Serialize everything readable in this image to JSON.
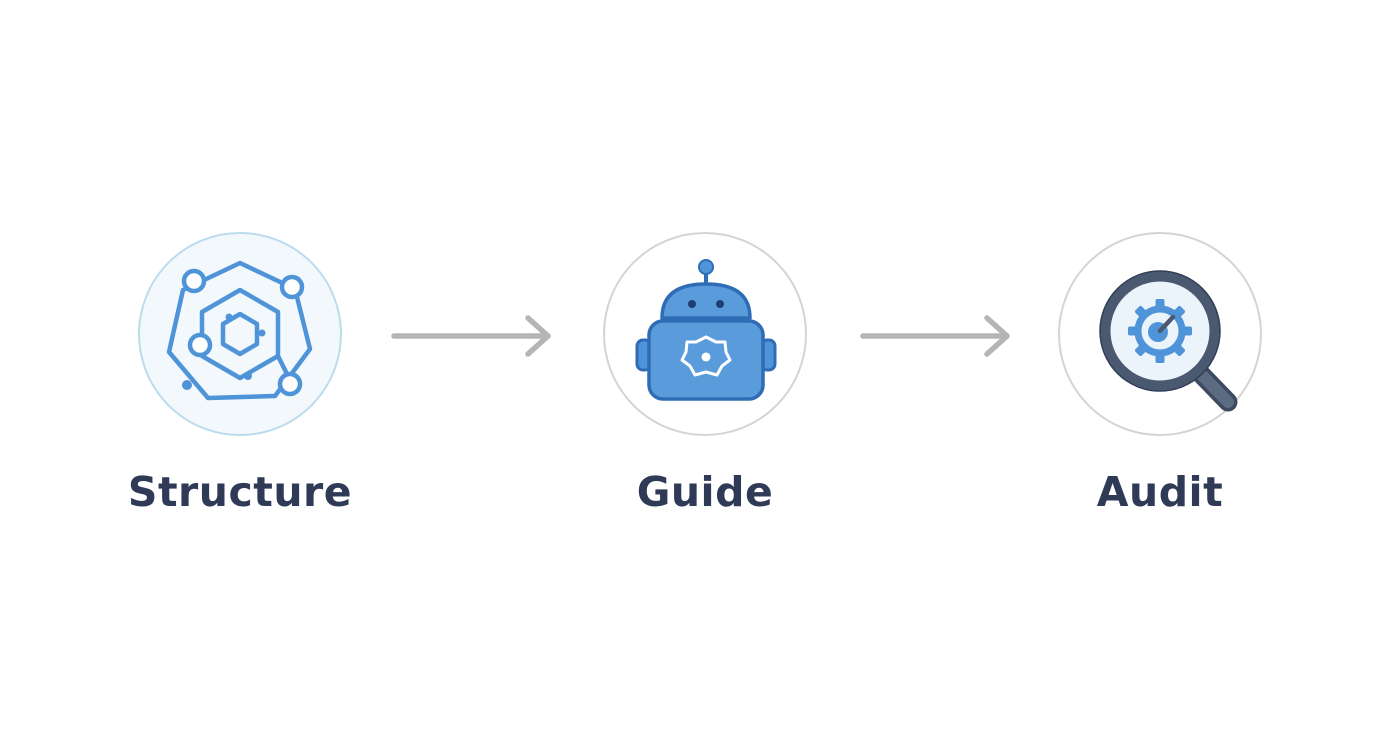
{
  "steps": [
    {
      "label": "Structure",
      "icon": "network-structure-icon"
    },
    {
      "label": "Guide",
      "icon": "robot-icon"
    },
    {
      "label": "Audit",
      "icon": "magnifier-gear-icon"
    }
  ],
  "colors": {
    "label_text": "#2f3a57",
    "icon_blue": "#4f94d8",
    "icon_blue_dark": "#2f6cb6",
    "icon_fill_light": "#ebf3fb",
    "arrow_gray": "#b5b5b8",
    "circle_border": "#d4d4d6",
    "magnifier_dark": "#4a5870"
  }
}
